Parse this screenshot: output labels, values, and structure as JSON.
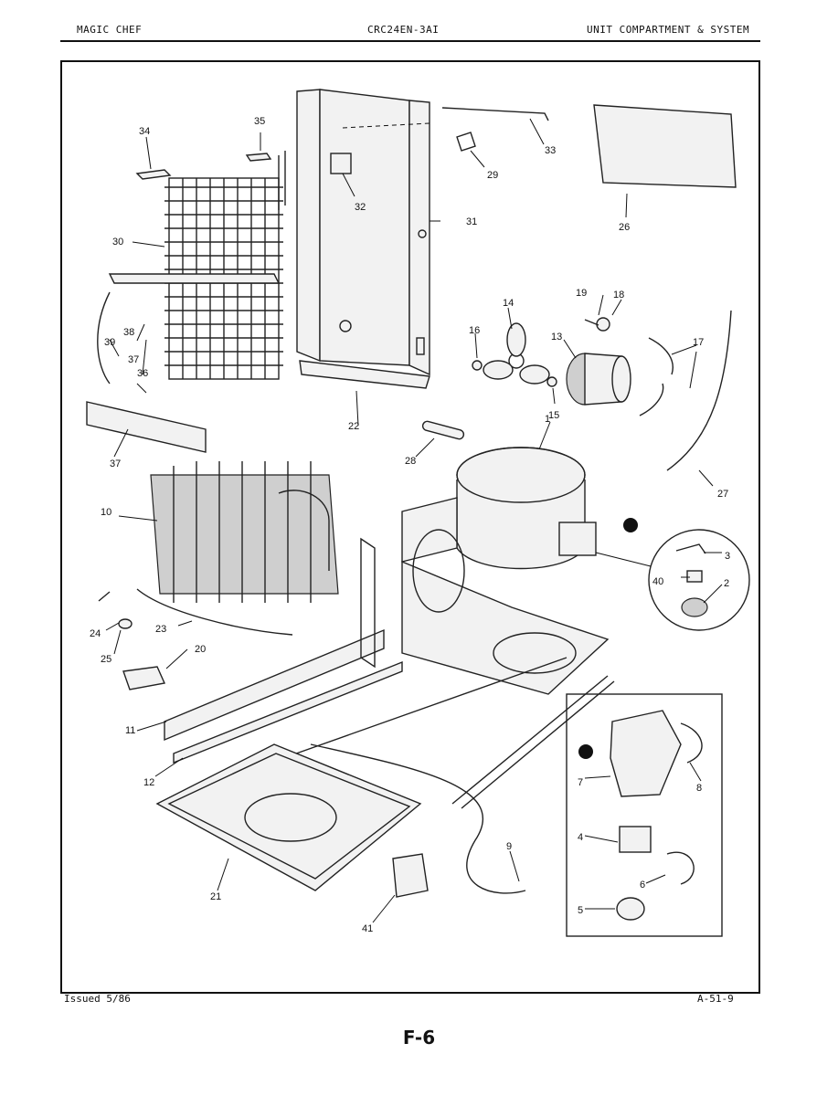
{
  "header": {
    "brand": "MAGIC CHEF",
    "model": "CRC24EN-3AI",
    "section": "UNIT COMPARTMENT & SYSTEM"
  },
  "footer": {
    "issued": "Issued 5/86",
    "code": "A-51-9",
    "page": "F-6"
  },
  "callouts": {
    "c1": "1",
    "c2": "2",
    "c3": "3",
    "c4": "4",
    "c5": "5",
    "c6": "6",
    "c7": "7",
    "c8": "8",
    "c9": "9",
    "c10": "10",
    "c11": "11",
    "c12": "12",
    "c13": "13",
    "c14": "14",
    "c15": "15",
    "c16": "16",
    "c17": "17",
    "c18": "18",
    "c19": "19",
    "c20": "20",
    "c21": "21",
    "c22": "22",
    "c23": "23",
    "c24": "24",
    "c25": "25",
    "c26": "26",
    "c27": "27",
    "c28": "28",
    "c29": "29",
    "c30": "30",
    "c31": "31",
    "c32": "32",
    "c33": "33",
    "c34": "34",
    "c35": "35",
    "c36": "36",
    "c37a": "37",
    "c37b": "37",
    "c38": "38",
    "c39": "39",
    "c40": "40",
    "c41": "41"
  }
}
